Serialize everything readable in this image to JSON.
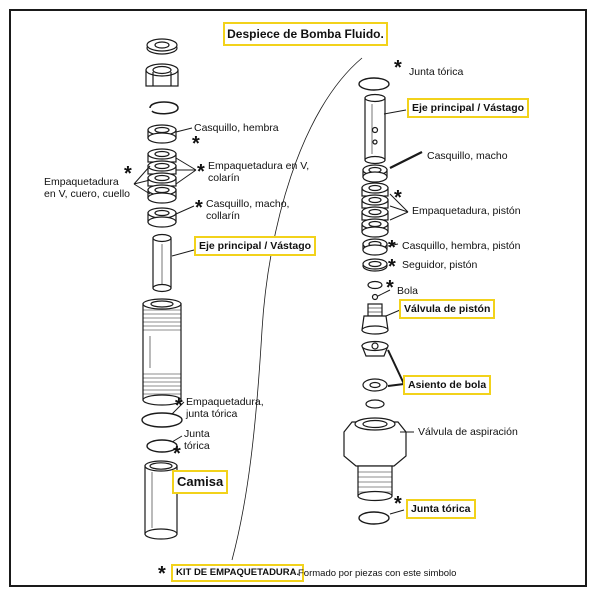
{
  "title": "Despiece de Bomba Fluido.",
  "colors": {
    "highlight": "#f2d21b",
    "ink": "#111111",
    "border": "#1a1a1a"
  },
  "star_symbol": "*",
  "left": {
    "casquillo_hembra": "Casquillo, hembra",
    "empaquetadura_cuero": "Empaquetadura\nen V, cuero, cuello",
    "empaquetadura_collarin": "Empaquetadura en V,\ncolarín",
    "casquillo_macho_collarin": "Casquillo, macho,\ncollarín",
    "eje_principal": "Eje principal / Vástago",
    "empaquetadura_junta": "Empaquetadura,\njunta tórica",
    "junta_torica": "Junta\ntórica",
    "camisa": "Camisa"
  },
  "right": {
    "junta_torica_top": "Junta tórica",
    "eje_principal": "Eje principal / Vástago",
    "casquillo_macho": "Casquillo, macho",
    "empaquetadura_piston": "Empaquetadura, pistón",
    "casquillo_hembra_piston": "Casquillo, hembra, pistón",
    "seguidor_piston": "Seguidor, pistón",
    "bola": "Bola",
    "valvula_piston": "Válvula de pistón",
    "asiento_bola": "Asiento de bola",
    "valvula_aspiracion": "Válvula de aspiración",
    "junta_torica_bottom": "Junta tórica"
  },
  "footer": {
    "kit_label": "KIT DE EMPAQUETADURA.",
    "kit_note": "Formado por piezas con este simbolo"
  }
}
